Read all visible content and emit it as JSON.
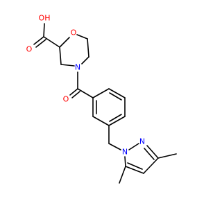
{
  "molecule": {
    "atom_labels": {
      "carboxyl_hydroxyl": "OH",
      "carboxyl_carbonyl_oxygen": "O",
      "morpholine_oxygen": "O",
      "morpholine_nitrogen": "N",
      "amide_oxygen": "O",
      "pyrazole_n1": "N",
      "pyrazole_n2": "N"
    },
    "colors": {
      "oxygen": "#ff0000",
      "nitrogen": "#0000ff",
      "bond": "#000000"
    }
  }
}
